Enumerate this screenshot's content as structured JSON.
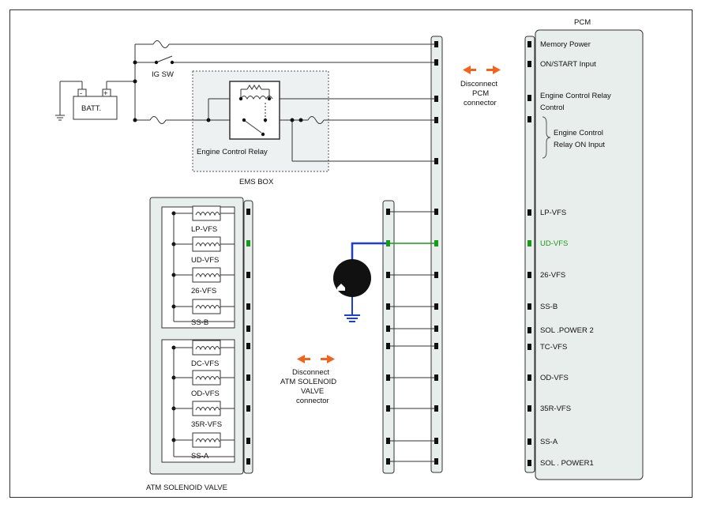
{
  "labels": {
    "pcm_title": "PCM",
    "batt": "BATT.",
    "batt_minus": "-",
    "batt_plus": "+",
    "ig_sw": "IG SW",
    "ems_box": "EMS BOX",
    "engine_control_relay": "Engine Control Relay",
    "atm_solenoid_valve": "ATM SOLENOID VALVE",
    "disconnect_pcm": [
      "Disconnect",
      "PCM",
      "connector"
    ],
    "disconnect_atm": [
      "Disconnect",
      "ATM SOLENOID",
      "VALVE",
      "connector"
    ]
  },
  "pcm_pins": [
    {
      "label": [
        "Memory Power"
      ]
    },
    {
      "label": [
        "ON/START Input"
      ]
    },
    {
      "label": [
        "Engine Control Relay",
        "Control"
      ]
    },
    {
      "label": [
        "Engine Control",
        "Relay ON Input"
      ]
    },
    {
      "label": [
        "LP-VFS"
      ]
    },
    {
      "label": [
        "UD-VFS"
      ],
      "highlight": true
    },
    {
      "label": [
        "26-VFS"
      ]
    },
    {
      "label": [
        "SS-B"
      ]
    },
    {
      "label": [
        "SOL .POWER 2"
      ]
    },
    {
      "label": [
        "TC-VFS"
      ]
    },
    {
      "label": [
        "OD-VFS"
      ]
    },
    {
      "label": [
        "35R-VFS"
      ]
    },
    {
      "label": [
        "SS-A"
      ]
    },
    {
      "label": [
        "SOL . POWER1"
      ]
    }
  ],
  "solenoids": [
    "LP-VFS",
    "UD-VFS",
    "26-VFS",
    "SS-B",
    "DC-VFS",
    "OD-VFS",
    "35R-VFS",
    "SS-A"
  ],
  "colors": {
    "highlight": "#1a9a1a",
    "probe_wire": "#1a3fd6",
    "arrow": "#f0641e",
    "connector_fill": "#e8eeec",
    "ems_fill": "#eef1f1"
  }
}
